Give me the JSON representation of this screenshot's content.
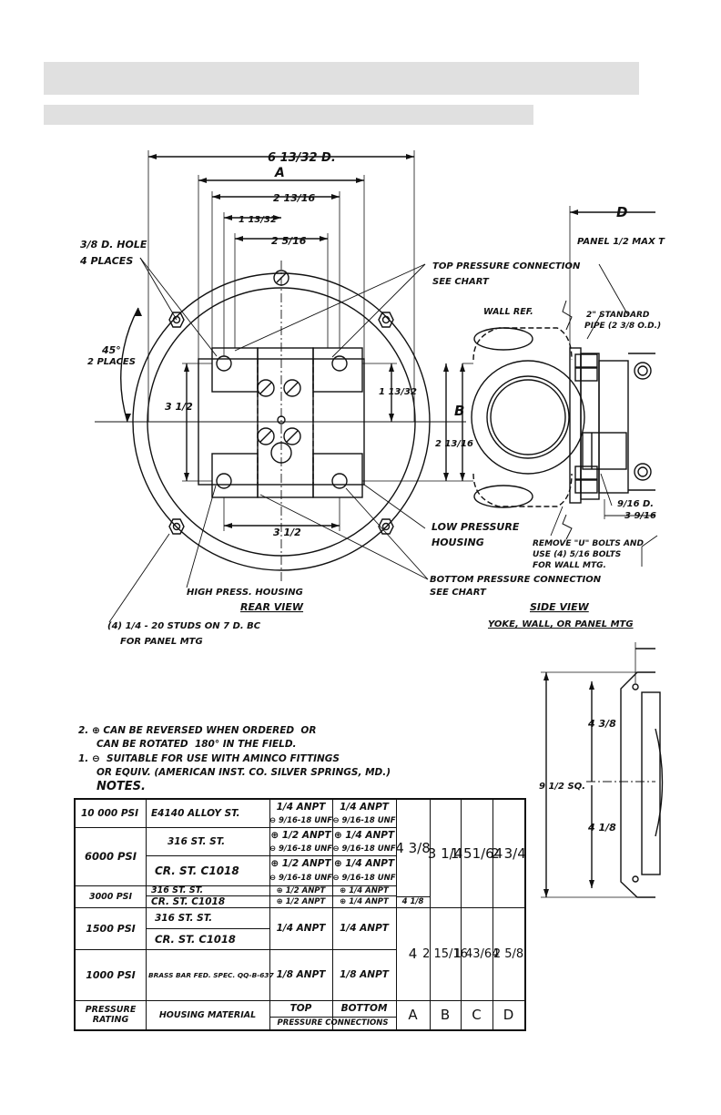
{
  "labels": {
    "overall_dia": "6 13/32 D.",
    "dim_a": "A",
    "dim_2_13_16": "2 13/16",
    "dim_1_13_32": "1 13/32",
    "dim_2_5_16": "2 5/16",
    "hole_note_1": "3/8 D. HOLE",
    "hole_note_2": "4 PLACES",
    "angle_1": "45°",
    "angle_2": "2 PLACES",
    "dim_3_5": "3 1/2",
    "dim_3_5_b": "3 1/2",
    "dim_1_13_32_b": "1 13/32",
    "dim_b": "B",
    "dim_2_13_16_b": "2 13/16",
    "top_conn_1": "TOP PRESSURE CONNECTION",
    "top_conn_2": "SEE  CHART",
    "low_press_1": "LOW PRESSURE",
    "low_press_2": "HOUSING",
    "bottom_conn_1": "BOTTOM PRESSURE CONNECTION",
    "bottom_conn_2": "SEE  CHART",
    "high_press": "HIGH PRESS. HOUSING",
    "rear_view": "REAR VIEW",
    "studs_1": "(4) 1/4 - 20  STUDS ON 7 D. BC",
    "studs_2": "FOR PANEL MTG",
    "dim_d": "D",
    "panel_max": "PANEL 1/2 MAX T",
    "wall_ref": "WALL REF.",
    "std_pipe_1": "2\" STANDARD",
    "std_pipe_2": "PIPE (2 3/8 O.D.)",
    "u_bolts_1": "REMOVE \"U\" BOLTS AND",
    "u_bolts_2": "USE (4) 5/16 BOLTS",
    "u_bolts_3": "FOR WALL MTG.",
    "dim_9_16": "9/16 D.",
    "dim_3_9_16": "3 9/16",
    "side_view": "SIDE VIEW",
    "side_view_2": "YOKE, WALL, OR PANEL MTG",
    "sq_dim": "9 1/2 SQ.",
    "dim_4_3_8": "4 3/8",
    "dim_4_1_8": "4 1/8"
  },
  "notes": {
    "note2_a": "2. ⊕ CAN BE REVERSED WHEN ORDERED  OR",
    "note2_b": "CAN BE ROTATED  180° IN THE FIELD.",
    "note1_a": "1. ⊖  SUITABLE FOR USE WITH AMINCO FITTINGS",
    "note1_b": "OR EQUIV. (AMERICAN INST. CO. SILVER SPRINGS, MD.)",
    "title": "NOTES."
  },
  "table": {
    "headers": {
      "rating": "PRESSURE RATING",
      "material": "HOUSING MATERIAL",
      "top": "TOP",
      "bottom": "BOTTOM",
      "connections": "PRESSURE CONNECTIONS",
      "a": "A",
      "b": "B",
      "c": "C",
      "d": "D"
    },
    "rows": {
      "r10000_rating": "10 000 PSI",
      "r10000_material": "E4140 ALLOY ST.",
      "r10000_top_1": "1/4 ANPT",
      "r10000_top_2": "⊖ 9/16-18 UNF",
      "r10000_bottom_1": "1/4 ANPT",
      "r10000_bottom_2": "⊖ 9/16-18 UNF",
      "r6000_rating": "6000 PSI",
      "r6000a_material": "316 ST. ST.",
      "r6000a_top_1": "⊕ 1/2 ANPT",
      "r6000a_top_2": "⊖ 9/16-18 UNF",
      "r6000a_bottom_1": "⊕ 1/4 ANPT",
      "r6000a_bottom_2": "⊖ 9/16-18 UNF",
      "r6000b_material": "CR. ST. C1018",
      "r6000b_top_1": "⊕ 1/2 ANPT",
      "r6000b_top_2": "⊖ 9/16-18 UNF",
      "r6000b_bottom_1": "⊕ 1/4 ANPT",
      "r6000b_bottom_2": "⊖ 9/16-18 UNF",
      "r3000_rating": "3000 PSI",
      "r3000a_material": "316 ST. ST.",
      "r3000a_top": "⊕ 1/2 ANPT",
      "r3000a_bottom": "⊕ 1/4 ANPT",
      "r3000b_material": "CR. ST. C1018",
      "r3000b_top": "⊕ 1/2 ANPT",
      "r3000b_bottom": "⊕ 1/4 ANPT",
      "r3000_a": "4 1/8",
      "r1500_rating": "1500 PSI",
      "r1500a_material": "316 ST. ST.",
      "r1500b_material": "CR. ST. C1018",
      "r1500_top": "1/4 ANPT",
      "r1500_bottom": "1/4 ANPT",
      "r1000_rating": "1000 PSI",
      "r1000_material": "BRASS BAR FED. SPEC. QQ-B-637",
      "r1000_top": "1/8 ANPT",
      "r1000_bottom": "1/8 ANPT",
      "g1_a": "4 3/8",
      "g1_b": "3 1/4",
      "g1_c": "1 51/64",
      "g1_d": "2 3/4",
      "g2_a": "4",
      "g2_b": "2 15/16",
      "g2_c": "1 43/64",
      "g2_d": "2 5/8"
    }
  }
}
